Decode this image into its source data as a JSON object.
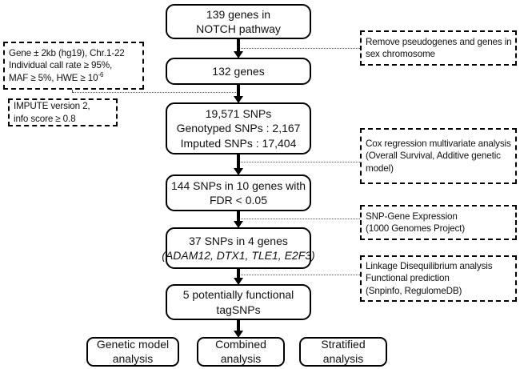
{
  "figure": {
    "background": "#ffffff",
    "box_border_color": "#000000",
    "connector_color": "#555555"
  },
  "main_flow": [
    {
      "lines": [
        "139 genes in",
        "NOTCH pathway"
      ]
    },
    {
      "lines": [
        "132 genes"
      ]
    },
    {
      "lines": [
        "19,571 SNPs",
        "Genotyped SNPs : 2,167",
        "Imputed SNPs : 17,404"
      ]
    },
    {
      "lines": [
        "144 SNPs in 10 genes with",
        "FDR < 0.05"
      ]
    },
    {
      "lines": [
        "37 SNPs in 4 genes",
        "(ADAM12, DTX1, TLE1, E2F3)"
      ]
    },
    {
      "lines": [
        "5 potentially functional",
        "tagSNPs"
      ]
    }
  ],
  "left_annotations": {
    "gene_filter": {
      "line1": "Gene ± 2kb (hg19), Chr.1-22",
      "line2": "Individual call rate ≥ 95%,",
      "line3_base": "MAF ≥ 5%, HWE ≥ 10",
      "line3_superscript": "-6"
    },
    "impute": {
      "line1": "IMPUTE version 2,",
      "line2": "info score ≥ 0.8"
    }
  },
  "right_annotations": {
    "remove_pseudogenes": {
      "line1": "Remove pseudogenes and genes in",
      "line2": "sex chromosome"
    },
    "cox_regression": {
      "line1": "Cox regression multivariate analysis",
      "line2": "(Overall Survival, Additive genetic",
      "line3": "model)"
    },
    "snp_gene_expression": {
      "line1": "SNP-Gene Expression",
      "line2": "(1000 Genomes Project)"
    },
    "linkage": {
      "line1": "Linkage Disequilibrium analysis",
      "line2": "Functional prediction",
      "line3": "(Snpinfo, RegulomeDB)"
    }
  },
  "bottom_row": [
    {
      "lines": [
        "Genetic model",
        "analysis"
      ]
    },
    {
      "lines": [
        "Combined",
        "analysis"
      ]
    },
    {
      "lines": [
        "Stratified",
        "analysis"
      ]
    }
  ]
}
